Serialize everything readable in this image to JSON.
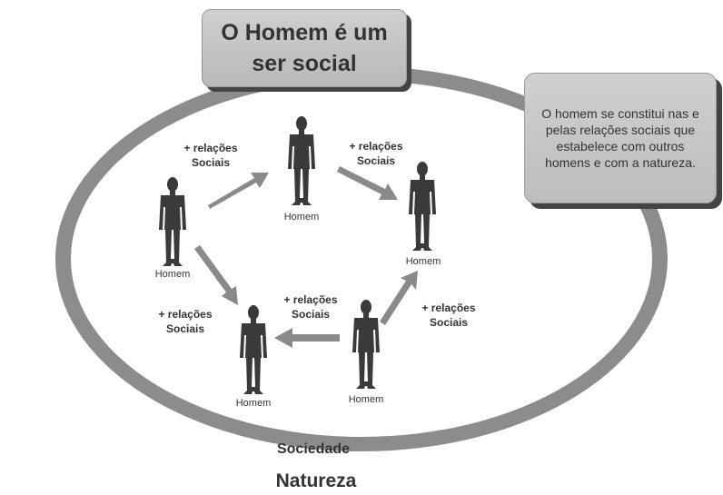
{
  "title": "O Homem é um ser social",
  "note": "O homem se constitui nas e pelas relações sociais que estabelece com outros homens e com a natureza.",
  "people": [
    {
      "id": "p1",
      "label": "Homem"
    },
    {
      "id": "p2",
      "label": "Homem"
    },
    {
      "id": "p3",
      "label": "Homem"
    },
    {
      "id": "p4",
      "label": "Homem"
    },
    {
      "id": "p5",
      "label": "Homem"
    }
  ],
  "relations": [
    {
      "label": "+ relações Sociais"
    },
    {
      "label": "+ relações Sociais"
    },
    {
      "label": "+ relações Sociais"
    },
    {
      "label": "+ relações Sociais"
    },
    {
      "label": "+ relações Sociais"
    }
  ],
  "society_label": "Sociedade",
  "nature_label": "Natureza",
  "colors": {
    "ring": "#8c8c8c",
    "figure": "#3a3a3a",
    "arrow": "#8a8a8a",
    "box": "#c6c6c6"
  }
}
